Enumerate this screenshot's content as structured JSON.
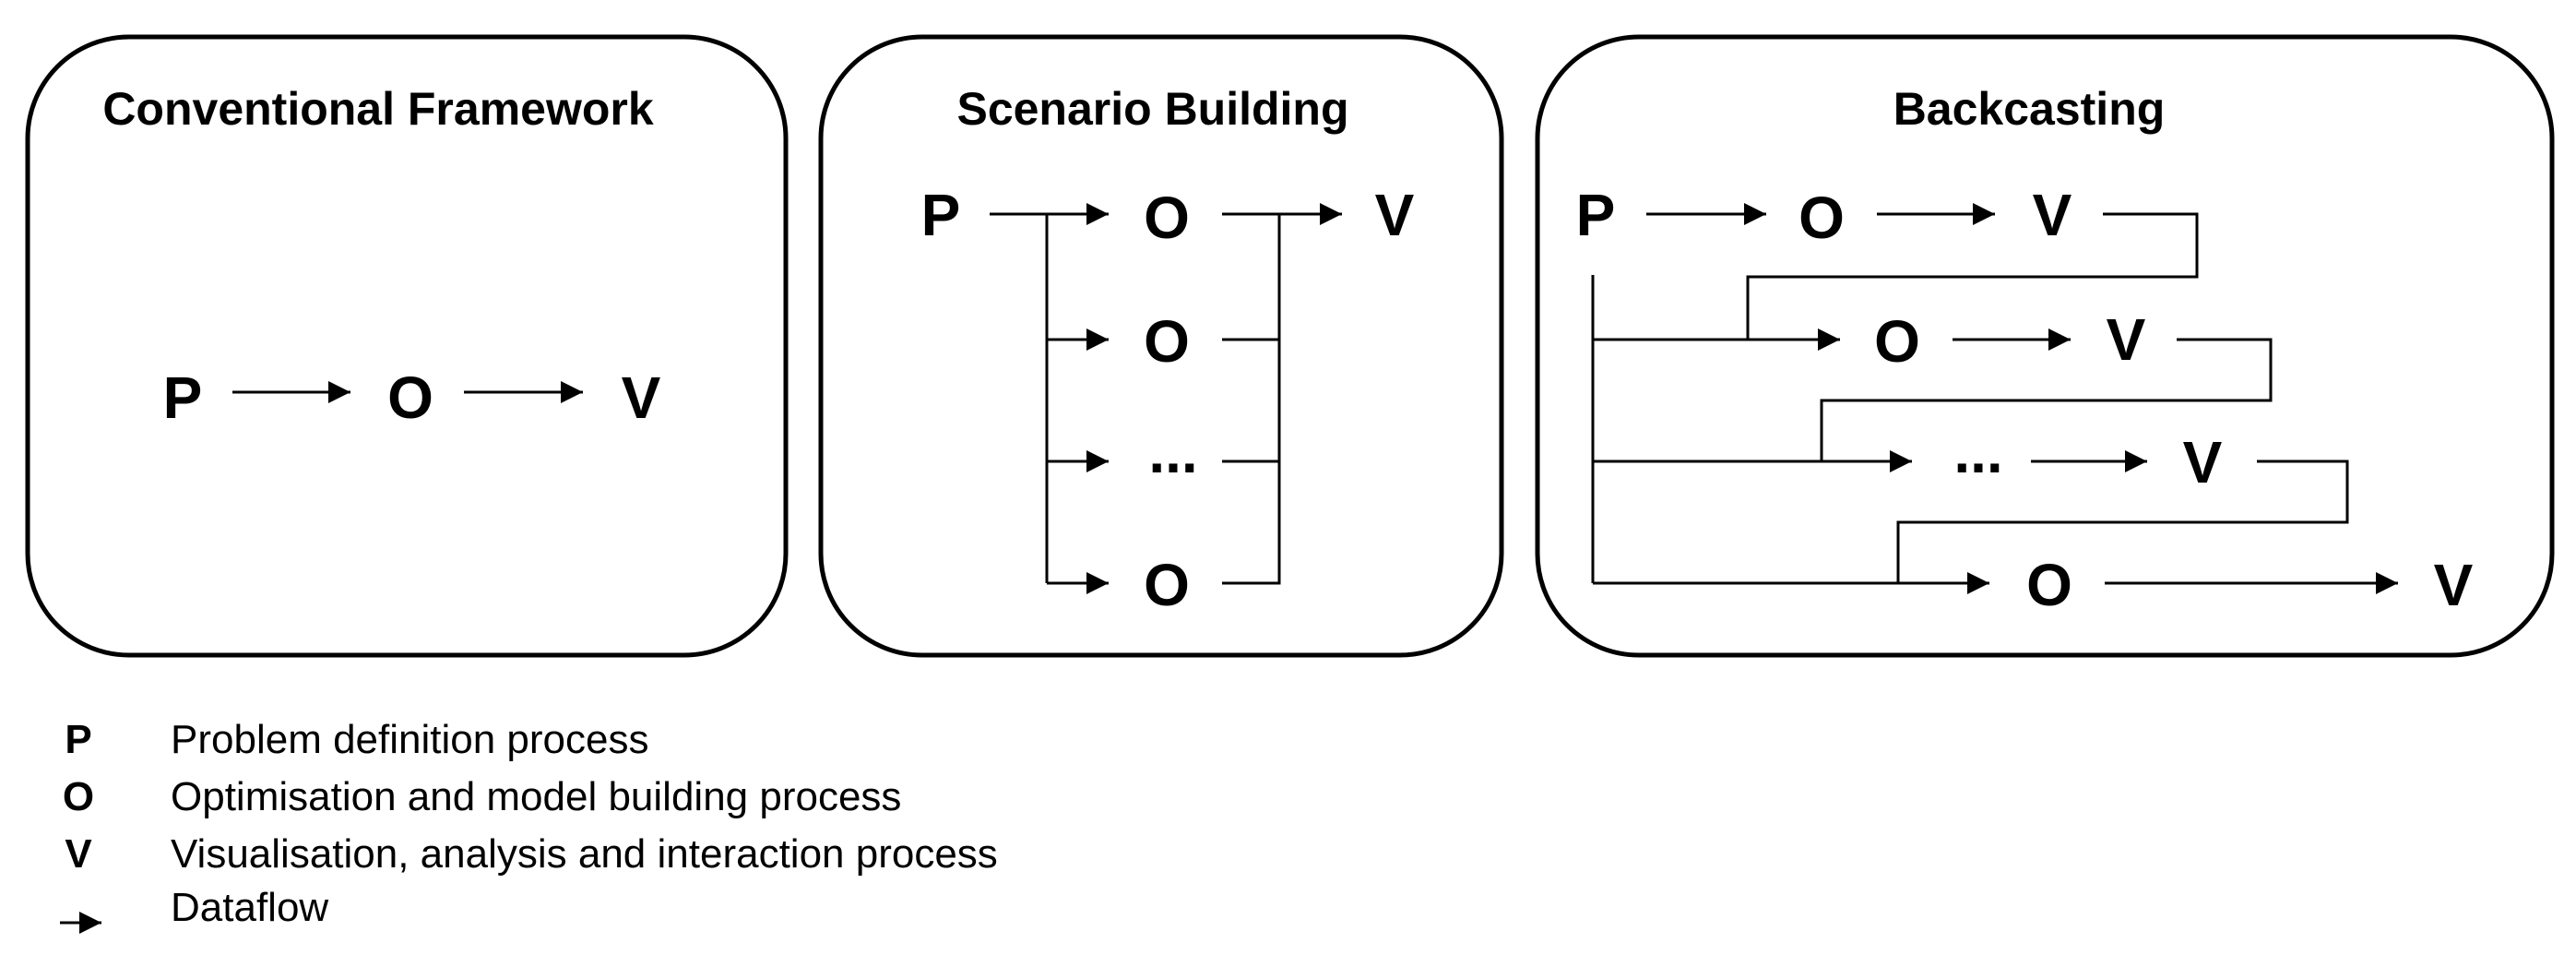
{
  "panels": [
    {
      "title": "Conventional Framework"
    },
    {
      "title": "Scenario Building"
    },
    {
      "title": "Backcasting"
    }
  ],
  "nodes": {
    "problem": "P",
    "optimisation": "O",
    "visualisation": "V",
    "ellipsis": "..."
  },
  "legend": [
    {
      "key": "P",
      "text": "Problem definition process"
    },
    {
      "key": "O",
      "text": "Optimisation and model building process"
    },
    {
      "key": "V",
      "text": "Visualisation, analysis and interaction process"
    },
    {
      "key": "arrow-icon",
      "text": "Dataflow"
    }
  ]
}
